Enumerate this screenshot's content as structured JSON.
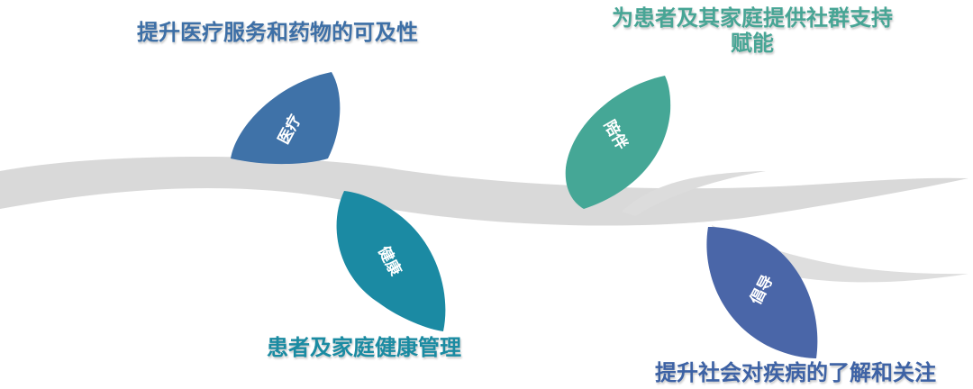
{
  "diagram": {
    "captions": {
      "access": "提升医疗服务和药物的可及性",
      "support_line1": "为患者及其家庭提供社群支持",
      "support_line2": "赋能",
      "health": "患者及家庭健康管理",
      "awareness": "提升社会对疾病的了解和关注"
    },
    "leaves": {
      "medical": "医疗",
      "companion": "陪伴",
      "health": "健康",
      "advocacy": "倡导"
    },
    "colors": {
      "branch": "#d8d8d8",
      "medical": "#3f72a8",
      "companion": "#45a796",
      "health": "#1b8aa3",
      "advocacy": "#4a66a8",
      "caption_blue": "#3d6fa6",
      "caption_teal": "#47a595",
      "caption_health": "#1a8ba2",
      "caption_awareness": "#3d62a5"
    }
  }
}
